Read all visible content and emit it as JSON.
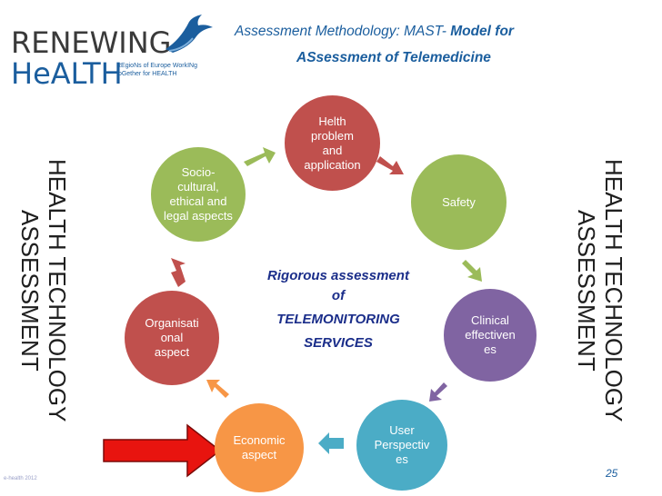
{
  "header": {
    "logo_line1": "RENEWING",
    "logo_line2": "HeALTH",
    "logo_tagline_1": "REgioNs of Europe WorkINg",
    "logo_tagline_2": "toGether for HEALTH",
    "title_prefix": "Assessment Methodology: MAST- ",
    "title_bold": "Model for",
    "title_line2": "ASsessment of Telemedicine"
  },
  "side_label": {
    "left_line1": "HEALTH TECHNOLOGY",
    "left_line2": "ASSESSMENT",
    "right_line1": "HEALTH TECHNOLOGY",
    "right_line2": "ASSESSMENT"
  },
  "domains": [
    {
      "label": "Helth problem and application",
      "color": "#c0504d"
    },
    {
      "label": "Safety",
      "color": "#9bbb59"
    },
    {
      "label": "Clinical effectiven es",
      "color": "#8064a2"
    },
    {
      "label": "User Perspectiv es",
      "color": "#4bacc6"
    },
    {
      "label": "Economic aspect",
      "color": "#f79646"
    },
    {
      "label": "Organisati onal aspect",
      "color": "#c0504d"
    },
    {
      "label": "Socio-cultural, ethical and legal aspects",
      "color": "#9bbb59"
    }
  ],
  "center": {
    "line1": "Rigorous assessment",
    "line2": "of",
    "line3": "TELEMONITORING",
    "line4": "SERVICES"
  },
  "footer": {
    "page_number": "25",
    "corner_text": "e-health 2012"
  },
  "colors": {
    "red": "#c0504d",
    "green": "#9bbb59",
    "purple": "#8064a2",
    "blue": "#4bacc6",
    "orange": "#f79646",
    "title_blue": "#1b5e9e",
    "pointer_red": "#e8140f"
  }
}
